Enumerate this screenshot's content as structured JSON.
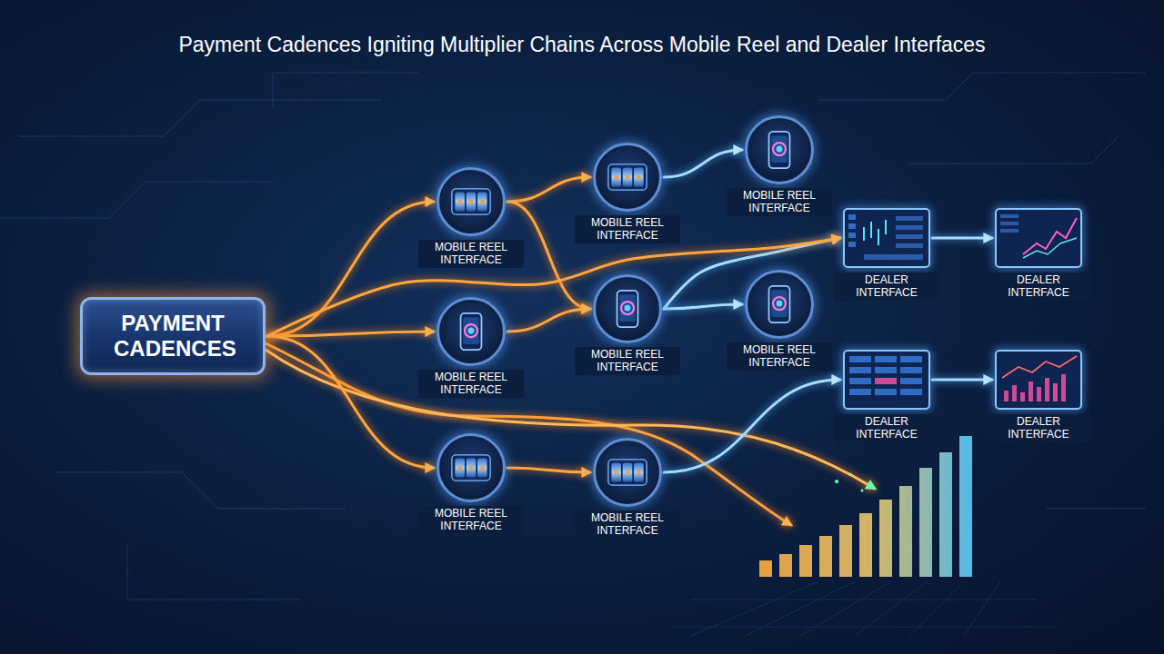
{
  "diagram": {
    "title": "Payment Cadences Igniting Multiplier Chains Across Mobile Reel and Dealer Interfaces",
    "nodes": [
      {
        "text": [
          "PAYMENT CADENCES"
        ]
      },
      {
        "text": [
          "MOBILE REEL INTERFACE"
        ]
      },
      {
        "text": [
          "MOBILE REEL INTERFACE"
        ]
      },
      {
        "text": [
          "MOBILE REEL INTERFACE"
        ]
      },
      {
        "text": [
          "MOBILE REEL INTERFACE"
        ]
      },
      {
        "text": [
          "MOBILE REEL INTERFACE"
        ]
      },
      {
        "text": [
          "MOBILE REEL INTERFACE"
        ]
      },
      {
        "text": [
          "MOBILE REEL INTERFACE"
        ]
      },
      {
        "text": [
          "MOBILE REEL INTERFACE"
        ]
      },
      {
        "text": [
          "DEALER INTERFACE"
        ]
      },
      {
        "text": [
          "DEALER INTERFACE"
        ]
      },
      {
        "text": [
          "DEALER INTERFACE"
        ]
      },
      {
        "text": [
          "DEALER INTERFACE"
        ]
      }
    ],
    "edges": [
      {
        "from": 0,
        "to": 1,
        "arrow": "to"
      },
      {
        "from": 0,
        "to": 2,
        "arrow": "to"
      },
      {
        "from": 0,
        "to": 3,
        "arrow": "to"
      },
      {
        "from": 1,
        "to": 4,
        "arrow": "to"
      },
      {
        "from": 1,
        "to": 5,
        "arrow": "to"
      },
      {
        "from": 2,
        "to": 5,
        "arrow": "to"
      },
      {
        "from": 3,
        "to": 6,
        "arrow": "to"
      },
      {
        "from": 4,
        "to": 7,
        "arrow": "to"
      },
      {
        "from": 5,
        "to": 8,
        "arrow": "to"
      },
      {
        "from": 5,
        "to": 9,
        "arrow": "to"
      },
      {
        "from": 6,
        "to": 11,
        "arrow": "to"
      },
      {
        "from": 9,
        "to": 10,
        "arrow": "to"
      },
      {
        "from": 11,
        "to": 12,
        "arrow": "to"
      },
      {
        "from": 0,
        "to": 9,
        "arrow": "to"
      }
    ]
  }
}
